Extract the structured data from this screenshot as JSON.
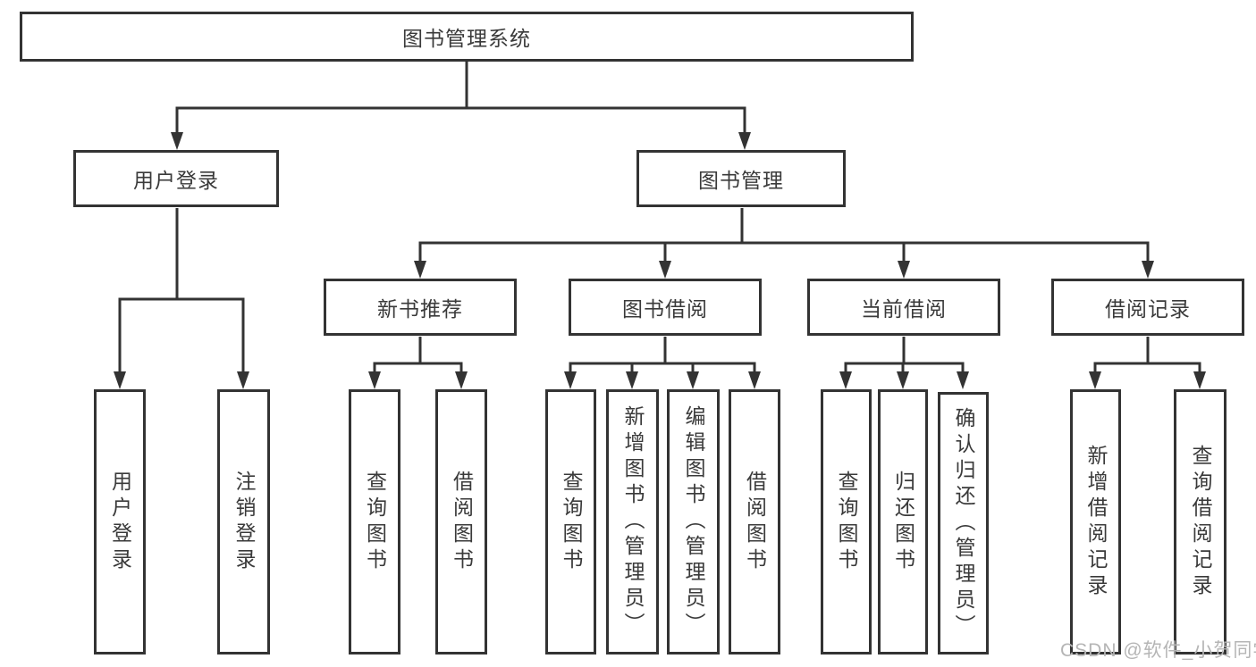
{
  "diagram": {
    "root": {
      "label": "图书管理系统"
    },
    "branches": [
      {
        "label": "用户登录",
        "children": [
          {
            "label": "用户登录"
          },
          {
            "label": "注销登录"
          }
        ]
      },
      {
        "label": "图书管理",
        "sections": [
          {
            "label": "新书推荐",
            "children": [
              {
                "label": "查询图书"
              },
              {
                "label": "借阅图书"
              }
            ]
          },
          {
            "label": "图书借阅",
            "children": [
              {
                "label": "查询图书"
              },
              {
                "label": "新增图书（管理员）"
              },
              {
                "label": "编辑图书（管理员）"
              },
              {
                "label": "借阅图书"
              }
            ]
          },
          {
            "label": "当前借阅",
            "children": [
              {
                "label": "查询图书"
              },
              {
                "label": "归还图书"
              },
              {
                "label": "确认归还（管理员）"
              }
            ]
          },
          {
            "label": "借阅记录",
            "children": [
              {
                "label": "新增借阅记录"
              },
              {
                "label": "查询借阅记录"
              }
            ]
          }
        ]
      }
    ]
  },
  "watermark": {
    "text": "CSDN @软件_小贺同学"
  },
  "colors": {
    "line": "#333333",
    "text": "#3a3a3a",
    "background": "#ffffff",
    "watermark": "#b5b5b5"
  }
}
